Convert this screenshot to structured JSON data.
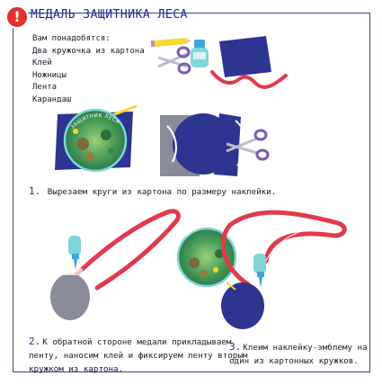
{
  "header": {
    "title": "МЕДАЛЬ ЗАЩИТНИКА ЛЕСА",
    "warn_symbol": "!"
  },
  "materials": {
    "intro": "Вам понадобятся:",
    "items": [
      "Два кружочка из картона",
      "Клей",
      "Ножницы",
      "Лента",
      "Карандаш"
    ]
  },
  "sticker_text": "ЗАЩИТНИК ЛЕСА",
  "steps": [
    {
      "num": "1.",
      "text": "Вырезаем круги из картона по размеру наклейки."
    },
    {
      "num": "2.",
      "lines": [
        "К обратной стороне медали прикладываем",
        "ленту, наносим клей и фиксируем ленту вторым",
        "кружком из картона."
      ]
    },
    {
      "num": "3.",
      "lines": [
        "Клеим наклейку-эмблему на",
        "один из картонных кружков."
      ]
    }
  ],
  "colors": {
    "navy": "#2d3591",
    "gray": "#8a8b99",
    "red": "#e23a4b",
    "purple": "#7a5bb5",
    "green": "#3f9a5e",
    "yellow": "#f5d832",
    "teal": "#7fd6d8",
    "border": "#3a3f8f"
  }
}
